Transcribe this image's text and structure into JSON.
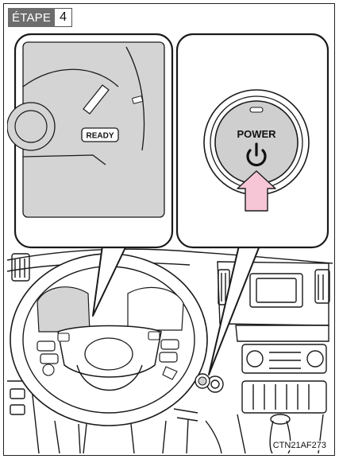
{
  "step": {
    "label": "ÉTAPE",
    "number": "4"
  },
  "gauge": {
    "ready_text": "READY"
  },
  "button": {
    "label": "POWER",
    "icon": "power-icon"
  },
  "reference_code": "CTN21AF273",
  "colors": {
    "step_label_bg": "#6d6d6d",
    "gauge_fill": "#d4d4d4",
    "button_face": "#cfcfcf",
    "arrow": "#f6c6d6",
    "line": "#1a1a1a"
  }
}
